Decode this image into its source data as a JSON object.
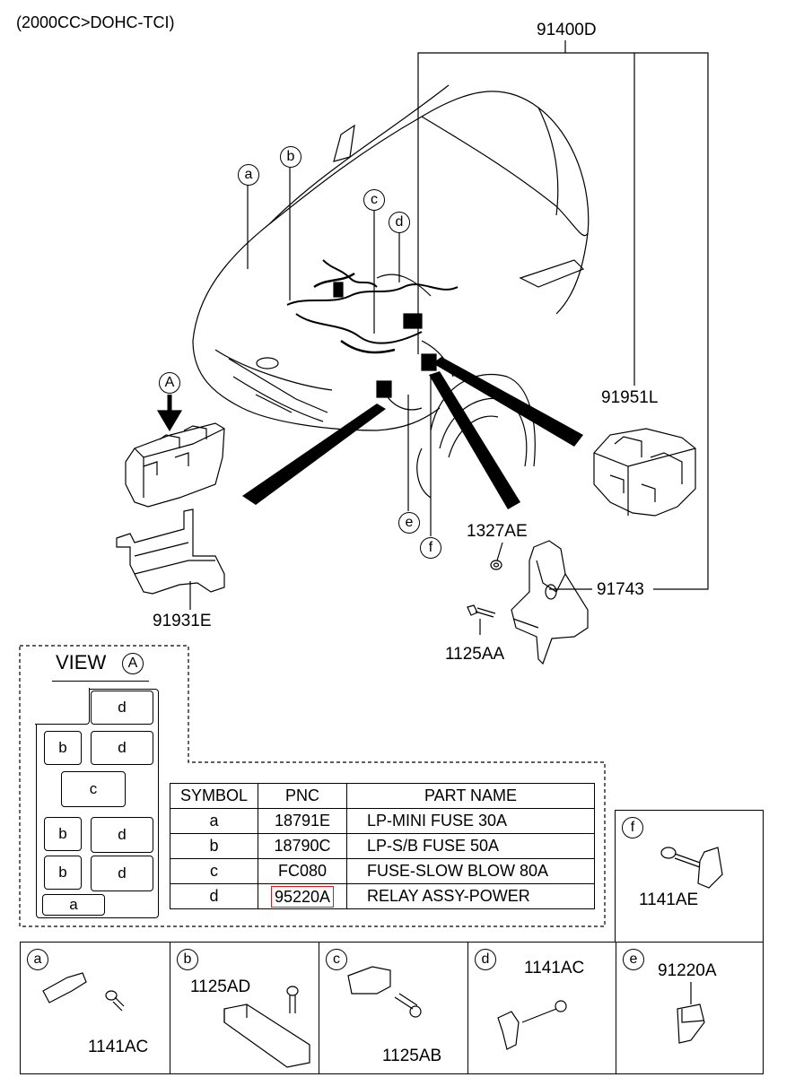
{
  "header": {
    "engine_variant": "(2000CC>DOHC-TCI)"
  },
  "main_assembly": {
    "part_no": "91400D"
  },
  "callouts": {
    "a": "a",
    "b": "b",
    "c": "c",
    "d": "d",
    "e": "e",
    "f": "f",
    "A": "A"
  },
  "part_labels": {
    "bracket_bottom_left": "91931E",
    "relay_box_right": "91951L",
    "nut": "1327AE",
    "bracket_right": "91743",
    "bolt_right": "1125AA"
  },
  "view_a": {
    "title": "VIEW",
    "marker": "A",
    "slots": [
      "d",
      "b",
      "d",
      "c",
      "b",
      "d",
      "b",
      "d",
      "a"
    ]
  },
  "parts_table": {
    "headers": [
      "SYMBOL",
      "PNC",
      "PART NAME"
    ],
    "rows": [
      {
        "symbol": "a",
        "pnc": "18791E",
        "name": "LP-MINI FUSE 30A"
      },
      {
        "symbol": "b",
        "pnc": "18790C",
        "name": "LP-S/B FUSE 50A"
      },
      {
        "symbol": "c",
        "pnc": "FC080",
        "name": "FUSE-SLOW BLOW 80A"
      },
      {
        "symbol": "d",
        "pnc": "95220A",
        "name": "RELAY ASSY-POWER"
      }
    ],
    "highlight_color": "#e0191b"
  },
  "detail_panels": {
    "f": {
      "key": "f",
      "parts": [
        "1141AE"
      ]
    },
    "a": {
      "key": "a",
      "parts": [
        "1141AC"
      ]
    },
    "b": {
      "key": "b",
      "parts": [
        "1125AD"
      ]
    },
    "c": {
      "key": "c",
      "parts": [
        "1125AB"
      ]
    },
    "d": {
      "key": "d",
      "parts": [
        "1141AC"
      ]
    },
    "e": {
      "key": "e",
      "parts": [
        "91220A"
      ]
    }
  }
}
